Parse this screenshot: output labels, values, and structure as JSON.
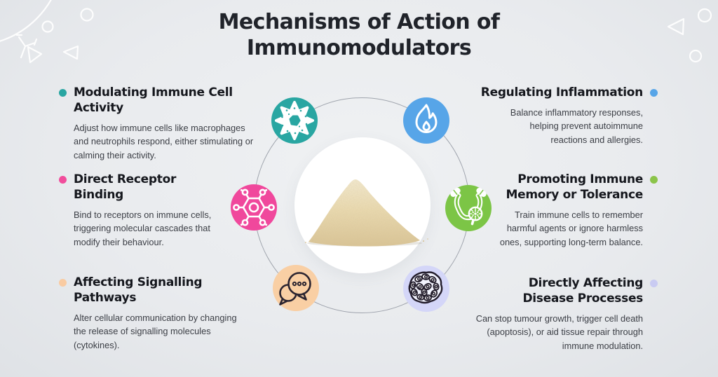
{
  "title": {
    "text": "Mechanisms of Action of\nImmunomodulators"
  },
  "sections": {
    "left": [
      {
        "heading": "Modulating Immune Cell Activity",
        "body": "Adjust how immune cells like macrophages\nand neutrophils respond, either stimulating or\ncalming their activity.",
        "bullet_color": "#29a6a2",
        "icon": "macrophage-cell-icon",
        "icon_bg": "#29a6a2"
      },
      {
        "heading": "Direct Receptor\nBinding",
        "body": "Bind to receptors on immune cells,\ntriggering molecular cascades that\nmodify their behaviour.",
        "bullet_color": "#f14d9c",
        "icon": "receptor-molecule-icon",
        "icon_bg": "#f0489c"
      },
      {
        "heading": "Affecting Signalling\nPathways",
        "body": "Alter cellular communication by changing\nthe release of signalling molecules\n(cytokines).",
        "bullet_color": "#f9cba2",
        "icon": "chat-bubbles-icon",
        "icon_bg": "#f9cfa4"
      }
    ],
    "right": [
      {
        "heading": "Regulating Inflammation",
        "body": "Balance inflammatory responses,\nhelping prevent autoimmune\nreactions and allergies.",
        "bullet_color": "#57a5e8",
        "icon": "flame-icon",
        "icon_bg": "#57a5e8"
      },
      {
        "heading": "Promoting Immune\nMemory or Tolerance",
        "body": "Train immune cells to remember\nharmful agents or ignore harmless\nones, supporting long-term balance.",
        "bullet_color": "#8bc44a",
        "icon": "antibody-virus-icon",
        "icon_bg": "#7cc546"
      },
      {
        "heading": "Directly Affecting\nDisease Processes",
        "body": "Can stop tumour growth, trigger cell death\n(apoptosis), or aid tissue repair through\nimmune modulation.",
        "bullet_color": "#c9cbf2",
        "icon": "cell-cluster-icon",
        "icon_bg": "#d4d6f8"
      }
    ]
  },
  "diagram": {
    "center_image": "immunomodulator-powder-pile",
    "ring_color": "#767c89"
  }
}
